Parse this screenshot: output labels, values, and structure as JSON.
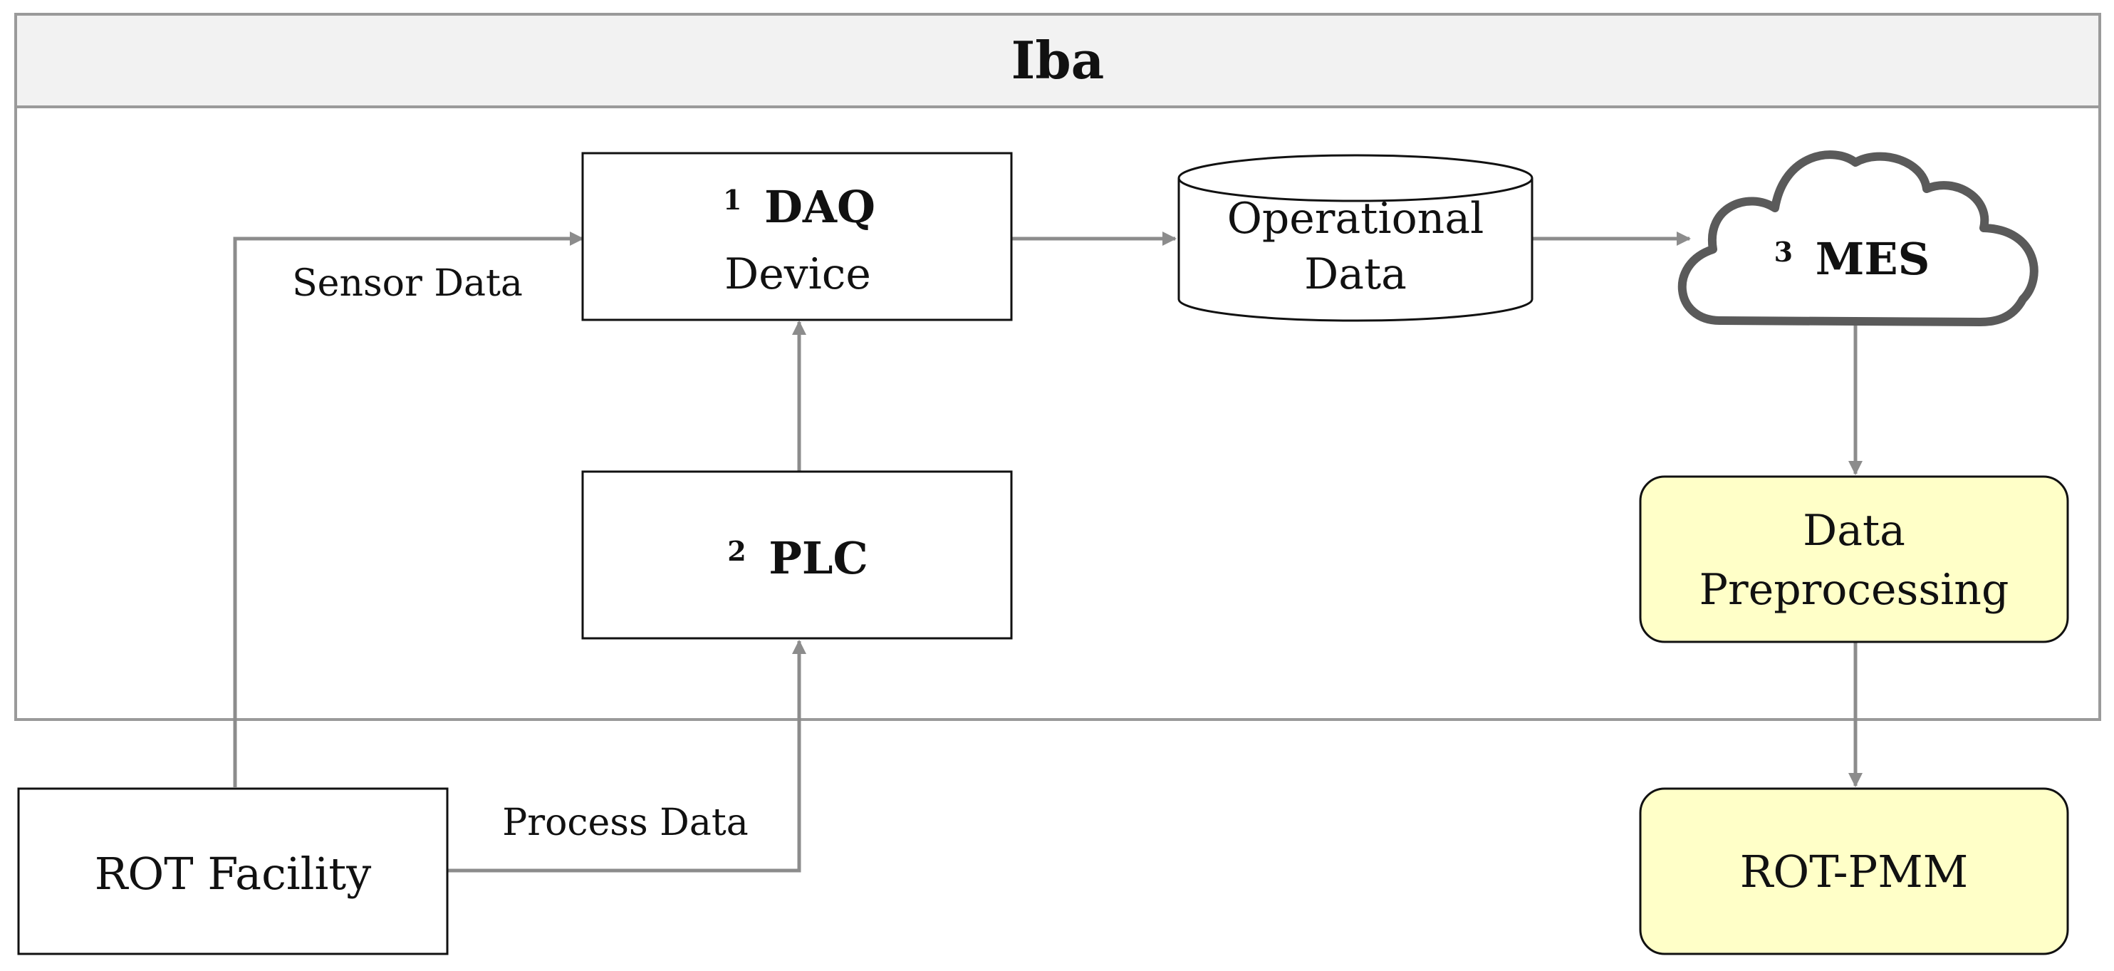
{
  "title": "Iba",
  "nodes": {
    "daq": {
      "superscript": "1",
      "label": "DAQ",
      "sublabel": "Device"
    },
    "plc": {
      "superscript": "2",
      "label": "PLC"
    },
    "mes": {
      "superscript": "3",
      "label": "MES"
    },
    "operational_data": {
      "line1": "Operational",
      "line2": "Data"
    },
    "preprocessing": {
      "line1": "Data",
      "line2": "Preprocessing"
    },
    "rot_pmm": {
      "label": "ROT-PMM"
    },
    "rot_facility": {
      "label": "ROT Facility"
    }
  },
  "edges": {
    "sensor_data": "Sensor Data",
    "process_data": "Process Data"
  },
  "colors": {
    "frame": "#9a9a9a",
    "header_fill": "#f2f2f2",
    "arrow": "#8c8c8c",
    "highlight_fill": "#ffffc8",
    "node_stroke": "#111111",
    "cloud_stroke": "#5a5a5a"
  }
}
